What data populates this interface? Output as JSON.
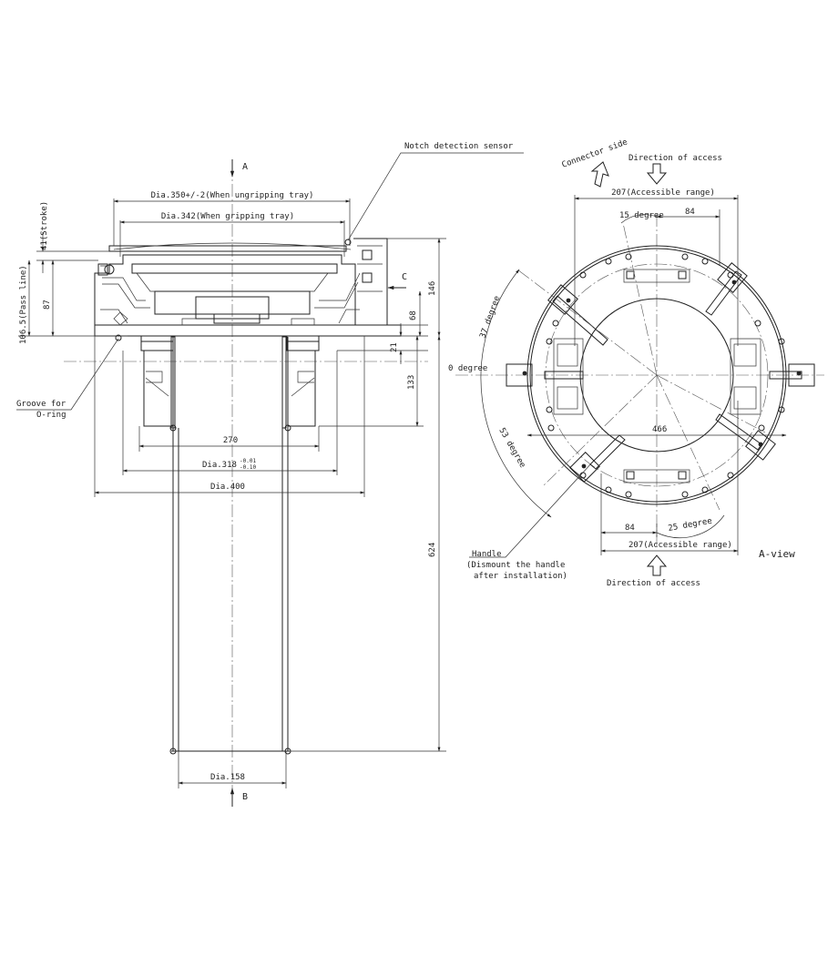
{
  "side_view": {
    "view_a_label": "A",
    "view_b_label": "B",
    "view_c_label": "C",
    "notch_sensor": "Notch detection sensor",
    "dim_ungripping": "Dia.350+/-2(When ungripping tray)",
    "dim_gripping": "Dia.342(When gripping tray)",
    "dim_stroke": "41(Stroke)",
    "dim_pass_line": "106.5(Pass line)",
    "dim_87": "87",
    "dim_146": "146",
    "dim_68": "68",
    "dim_21": "21",
    "dim_133": "133",
    "dim_624": "624",
    "dim_270": "270",
    "dim_318": "Dia.318",
    "tol_upper": "-0.01",
    "tol_lower": "-0.10",
    "dim_400": "Dia.400",
    "dim_158": "Dia.158",
    "groove_line1": "Groove for",
    "groove_line2": "O-ring"
  },
  "a_view": {
    "connector_side": "Connector side",
    "access_top": "Direction of access",
    "access_bottom": "Direction of access",
    "range_top": "207(Accessible range)",
    "range_bottom": "207(Accessible range)",
    "deg_15": "15 degree",
    "deg_37": "37 degree",
    "deg_0": "0 degree",
    "deg_53": "53 degree",
    "deg_25": "25 degree",
    "dim_84_top": "84",
    "dim_84_bottom": "84",
    "dim_466": "466",
    "handle_line1": "Handle",
    "handle_line2": "(Dismount the handle",
    "handle_line3": "after installation)",
    "view_title": "A-view"
  }
}
